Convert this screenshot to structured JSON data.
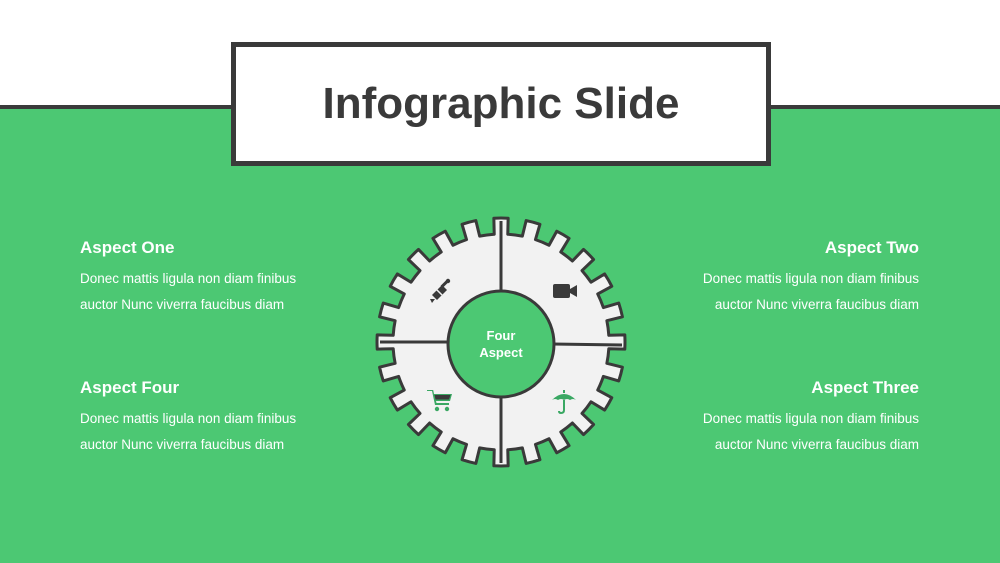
{
  "title": "Infographic Slide",
  "center": {
    "line1": "Four",
    "line2": "Aspect"
  },
  "aspects": [
    {
      "heading": "Aspect One",
      "lines": [
        "Donec mattis ligula non diam finibus",
        "auctor Nunc viverra faucibus diam"
      ]
    },
    {
      "heading": "Aspect Two",
      "lines": [
        "Donec mattis ligula non diam finibus",
        "auctor Nunc viverra faucibus diam"
      ]
    },
    {
      "heading": "Aspect Three",
      "lines": [
        "Donec mattis ligula non diam finibus",
        "auctor Nunc viverra faucibus diam"
      ]
    },
    {
      "heading": "Aspect Four",
      "lines": [
        "Donec mattis ligula non diam finibus",
        "auctor Nunc viverra faucibus diam"
      ]
    }
  ],
  "icons": {
    "top_left": "satellite-dish-icon",
    "top_right": "video-camera-icon",
    "bottom_right": "umbrella-icon",
    "bottom_left": "shopping-cart-icon"
  },
  "colors": {
    "green": "#4cc873",
    "dark": "#3a3a3a",
    "white": "#ffffff",
    "gear_fill": "#f2f2f2"
  }
}
